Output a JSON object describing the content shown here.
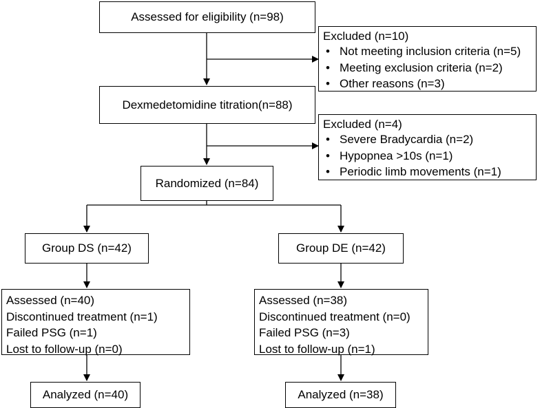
{
  "assessed": {
    "label": "Assessed for eligibility (n=98)"
  },
  "excluded1": {
    "title": "Excluded (n=10)",
    "items": [
      "Not meeting inclusion criteria (n=5)",
      "Meeting exclusion criteria (n=2)",
      "Other reasons (n=3)"
    ]
  },
  "titration": {
    "label": "Dexmedetomidine titration(n=88)"
  },
  "excluded2": {
    "title": "Excluded (n=4)",
    "items": [
      "Severe Bradycardia (n=2)",
      "Hypopnea >10s (n=1)",
      "Periodic limb movements (n=1)"
    ]
  },
  "randomized": {
    "label": "Randomized (n=84)"
  },
  "groups": [
    {
      "name": "Group DS (n=42)",
      "stats": [
        "Assessed (n=40)",
        "Discontinued treatment (n=1)",
        "Failed PSG (n=1)",
        "Lost to follow-up (n=0)"
      ],
      "analyzed": "Analyzed (n=40)"
    },
    {
      "name": "Group DE (n=42)",
      "stats": [
        "Assessed (n=38)",
        "Discontinued treatment (n=0)",
        "Failed PSG (n=3)",
        "Lost to follow-up (n=1)"
      ],
      "analyzed": "Analyzed (n=38)"
    }
  ]
}
